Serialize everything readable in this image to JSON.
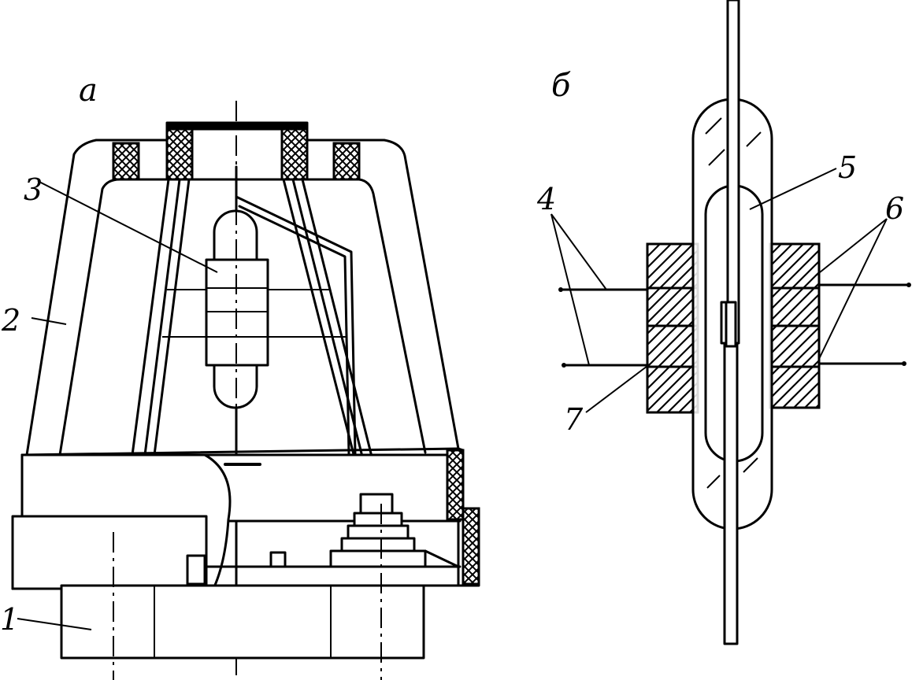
{
  "figure": {
    "panel_a": "а",
    "panel_b": "б",
    "labels": {
      "l1": "1",
      "l2": "2",
      "l3": "3",
      "l4": "4",
      "l5": "5",
      "l6": "6",
      "l7": "7"
    }
  }
}
